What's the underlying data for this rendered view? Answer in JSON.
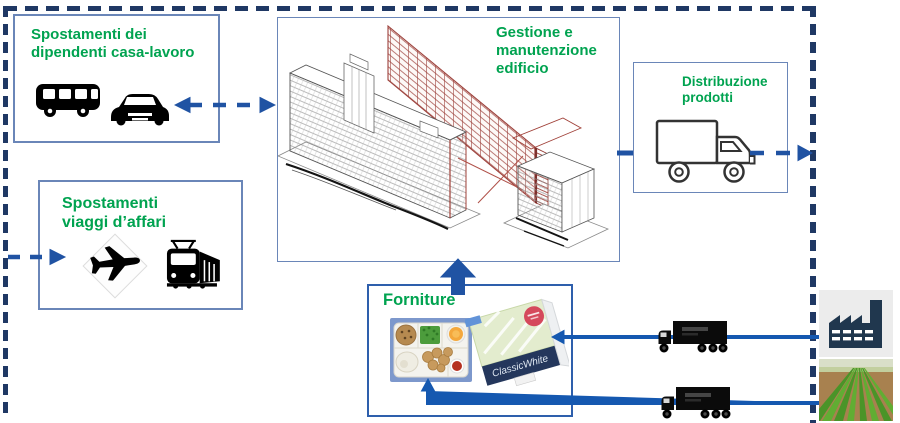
{
  "colors": {
    "green": "#00a350",
    "navy": "#1f3864",
    "blue_arrow": "#2053a3",
    "blue_line": "#1558b0",
    "box_border": "#6a86b8",
    "supplies_border": "#2e5fac",
    "factory_bg": "#ececec",
    "factory_fill": "#20374e"
  },
  "boxes": {
    "commute": {
      "line1": "Spostamenti dei",
      "line2": "dipendenti casa-lavoro"
    },
    "business_travel": {
      "line1": "Spostamenti",
      "line2": "viaggi d’affari"
    },
    "building": {
      "line1": "Gestione e",
      "line2": "manutenzione",
      "line3": "edificio"
    },
    "distribution": {
      "line1": "Distribuzione",
      "line2": "prodotti"
    },
    "supplies": {
      "label": "Forniture",
      "paper_label": "ClassicWhite"
    }
  },
  "icons": {
    "bus": "bus-icon",
    "car": "car-icon",
    "airplane": "airplane-icon",
    "train": "train-icon",
    "delivery_truck": "delivery-truck-icon",
    "freight_truck": "freight-truck-icon",
    "factory": "factory-icon",
    "crop_field": "crop-field-image",
    "food_tray": "food-tray-image",
    "paper_ream": "paper-ream-image"
  }
}
